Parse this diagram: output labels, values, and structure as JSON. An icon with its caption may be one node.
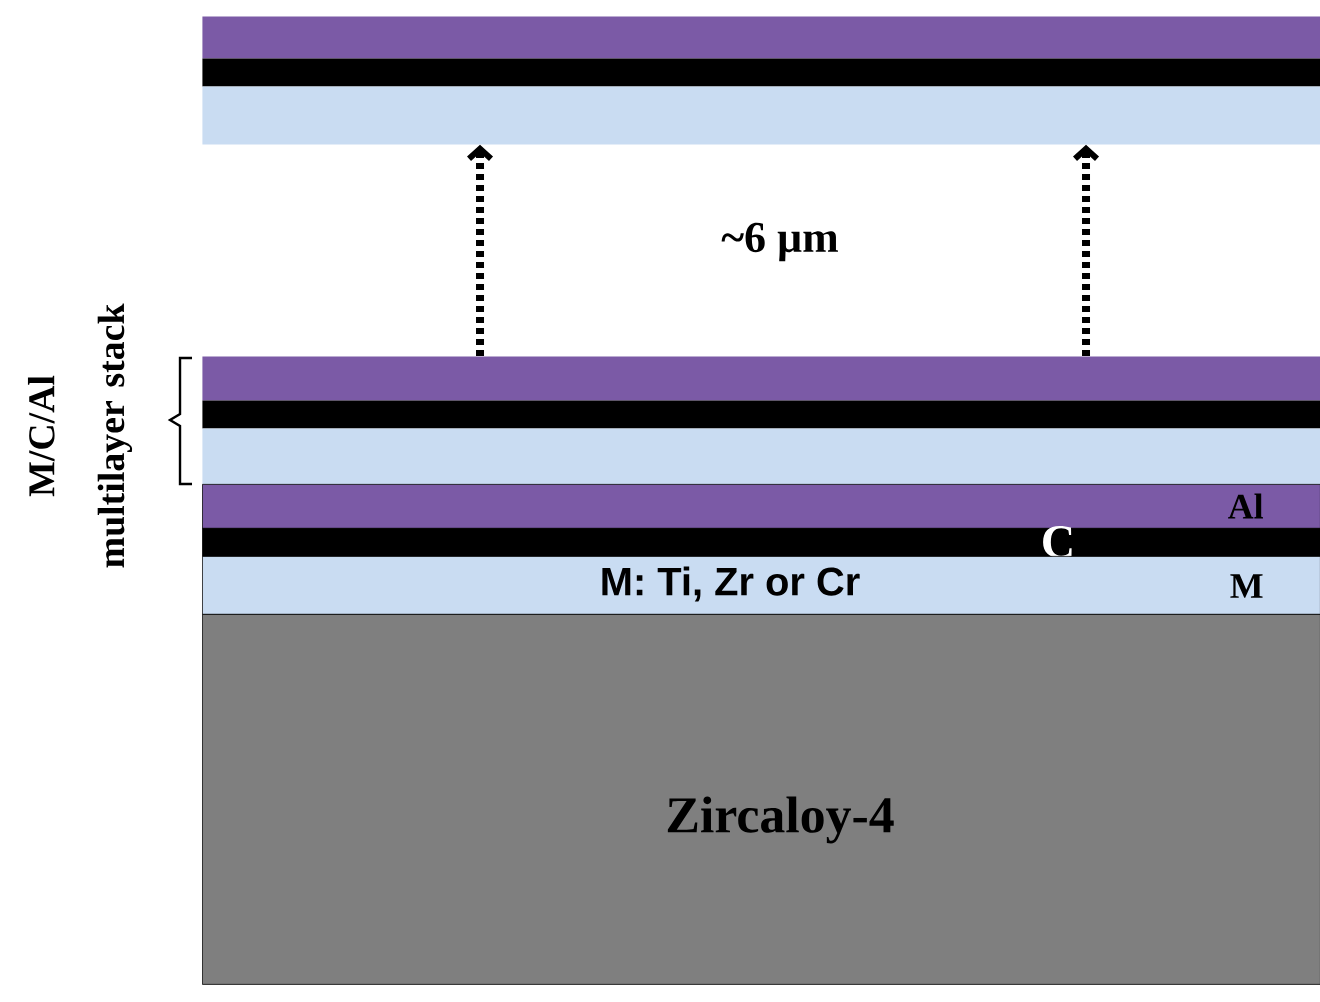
{
  "diagram": {
    "nodes": [
      {
        "text": [],
        "shape": "bar"
      },
      {
        "text": [],
        "shape": "bar"
      },
      {
        "text": [],
        "shape": "bar"
      },
      {
        "text": [],
        "shape": "bar"
      },
      {
        "text": [],
        "shape": "bar"
      },
      {
        "text": [],
        "shape": "bar"
      },
      {
        "text": [
          "Al"
        ]
      },
      {
        "text": [
          "C"
        ]
      },
      {
        "text": [
          "M: Ti, Zr or Cr",
          "M"
        ]
      },
      {
        "text": [
          "Zircaloy-4"
        ]
      }
    ],
    "edges": [
      {
        "from": 3,
        "to": 2,
        "arrow": "to",
        "style": "dashed"
      },
      {
        "from": 3,
        "to": 2,
        "arrow": "to",
        "style": "dashed"
      }
    ],
    "labels": [
      "~6 µm",
      "M/C/Al multilayer stack"
    ]
  }
}
